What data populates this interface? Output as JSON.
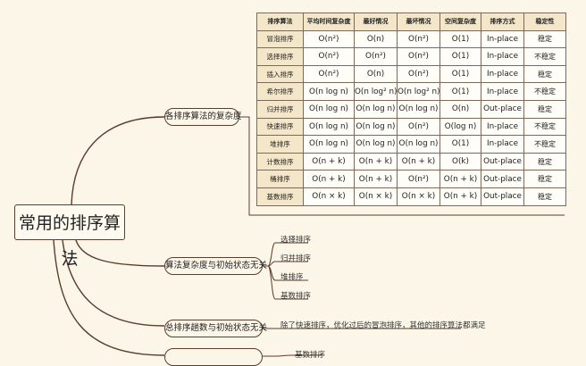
{
  "root": {
    "label": "常用的排序算法"
  },
  "topics": [
    {
      "label": "各排序算法的复杂度"
    },
    {
      "label": "算法复杂度与初始状态无关",
      "children": [
        "选择排序",
        "归并排序",
        "堆排序",
        "基数排序"
      ]
    },
    {
      "label": "总排序趟数与初始状态无关",
      "children": [
        "除了快速排序，优化过后的冒泡排序，其他的排序算法都满足"
      ]
    },
    {
      "label": "",
      "children": [
        "基数排序"
      ]
    }
  ],
  "complexity_table": {
    "headers": [
      "排序算法",
      "平均时间复杂度",
      "最好情况",
      "最坏情况",
      "空间复杂度",
      "排序方式",
      "稳定性"
    ],
    "rows": [
      [
        "冒泡排序",
        "O(n²)",
        "O(n)",
        "O(n²)",
        "O(1)",
        "In-place",
        "稳定"
      ],
      [
        "选择排序",
        "O(n²)",
        "O(n²)",
        "O(n²)",
        "O(1)",
        "In-place",
        "不稳定"
      ],
      [
        "插入排序",
        "O(n²)",
        "O(n)",
        "O(n²)",
        "O(1)",
        "In-place",
        "稳定"
      ],
      [
        "希尔排序",
        "O(n log n)",
        "O(n log² n)",
        "O(n log² n)",
        "O(1)",
        "In-place",
        "不稳定"
      ],
      [
        "归并排序",
        "O(n log n)",
        "O(n log n)",
        "O(n log n)",
        "O(n)",
        "Out-place",
        "稳定"
      ],
      [
        "快速排序",
        "O(n log n)",
        "O(n log n)",
        "O(n²)",
        "O(log n)",
        "In-place",
        "不稳定"
      ],
      [
        "堆排序",
        "O(n log n)",
        "O(n log n)",
        "O(n log n)",
        "O(1)",
        "In-place",
        "不稳定"
      ],
      [
        "计数排序",
        "O(n + k)",
        "O(n + k)",
        "O(n + k)",
        "O(k)",
        "Out-place",
        "稳定"
      ],
      [
        "桶排序",
        "O(n + k)",
        "O(n + k)",
        "O(n²)",
        "O(n + k)",
        "Out-place",
        "稳定"
      ],
      [
        "基数排序",
        "O(n × k)",
        "O(n × k)",
        "O(n × k)",
        "O(n + k)",
        "Out-place",
        "稳定"
      ]
    ]
  },
  "colors": {
    "line": "#5a3d2b",
    "background": "#fcf6e9",
    "header_fill": "#f4e6c9"
  }
}
